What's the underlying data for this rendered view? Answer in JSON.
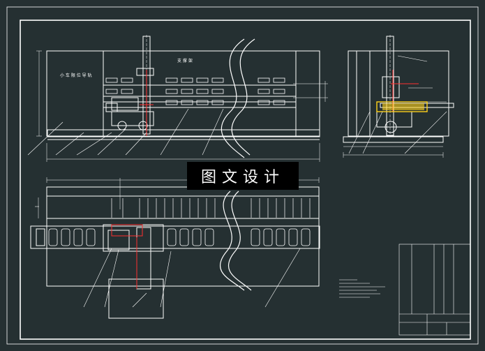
{
  "drawing": {
    "watermark": "图文设计",
    "label_left_panel": "小 车 限 位 导 轨",
    "label_top": "支 撑 架"
  },
  "colors": {
    "background": "#253032",
    "lines": "#ffffff",
    "accent_red": "#ff3030",
    "accent_yellow": "#ffd21a"
  }
}
